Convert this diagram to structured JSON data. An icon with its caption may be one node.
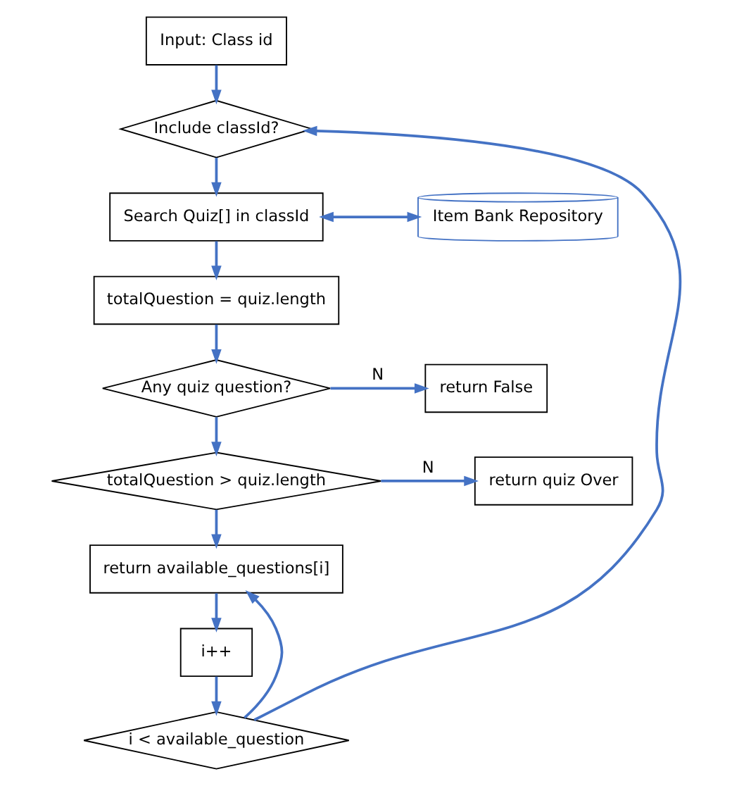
{
  "diagram": {
    "nodes": [
      {
        "text": [
          "Input: Class id"
        ]
      },
      {
        "text": [
          "Include classId?"
        ]
      },
      {
        "text": [
          "Search Quiz[] in classId"
        ]
      },
      {
        "text": [
          "Item Bank Repository"
        ]
      },
      {
        "text": [
          "totalQuestion = quiz.length"
        ]
      },
      {
        "text": [
          "Any quiz question?"
        ]
      },
      {
        "text": [
          "return False"
        ]
      },
      {
        "text": [
          "totalQuestion > quiz.length"
        ]
      },
      {
        "text": [
          "return quiz Over"
        ]
      },
      {
        "text": [
          "return available_questions[i]"
        ]
      },
      {
        "text": [
          "i++"
        ]
      },
      {
        "text": [
          "i < available_question"
        ]
      }
    ],
    "edges": [
      {
        "from": 0,
        "to": 1,
        "arrow": "to"
      },
      {
        "from": 1,
        "to": 2,
        "arrow": "to"
      },
      {
        "from": 2,
        "to": 3,
        "arrow": "both"
      },
      {
        "from": 2,
        "to": 4,
        "arrow": "to"
      },
      {
        "from": 4,
        "to": 5,
        "arrow": "to"
      },
      {
        "from": 5,
        "to": 6,
        "arrow": "to",
        "label": "N"
      },
      {
        "from": 5,
        "to": 7,
        "arrow": "to"
      },
      {
        "from": 7,
        "to": 8,
        "arrow": "to",
        "label": "N"
      },
      {
        "from": 7,
        "to": 9,
        "arrow": "to"
      },
      {
        "from": 9,
        "to": 10,
        "arrow": "to"
      },
      {
        "from": 10,
        "to": 11,
        "arrow": "to"
      },
      {
        "from": 11,
        "to": 9,
        "arrow": "to"
      },
      {
        "from": 11,
        "to": 1,
        "arrow": "to"
      }
    ]
  }
}
